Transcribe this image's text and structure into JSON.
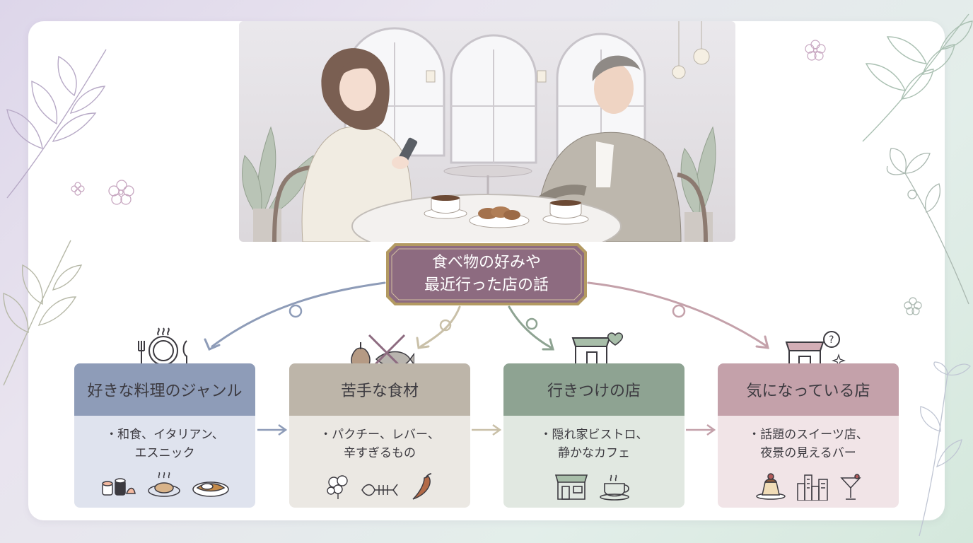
{
  "center": {
    "line1": "食べ物の好みや",
    "line2": "最近行った店の話"
  },
  "cards": [
    {
      "title": "好きな料理のジャンル",
      "line1": "・和食、イタリアン、",
      "line2": "エスニック",
      "head_color": "#8e9cb8",
      "body_color": "#dfe3ee",
      "icons": [
        "sushi-icon",
        "pasta-icon",
        "curry-icon"
      ],
      "top_icon": "plate-cutlery-icon"
    },
    {
      "title": "苦手な食材",
      "line1": "・パクチー、レバー、",
      "line2": "辛すぎるもの",
      "head_color": "#bdb5a9",
      "body_color": "#ebe8e3",
      "icons": [
        "cilantro-icon",
        "fish-bone-icon",
        "chili-pepper-icon"
      ],
      "top_icon": "crossed-food-icon"
    },
    {
      "title": "行きつけの店",
      "line1": "・隠れ家ビストロ、",
      "line2": "静かなカフェ",
      "head_color": "#8ea392",
      "body_color": "#e1e8e1",
      "icons": [
        "storefront-icon",
        "coffee-cup-icon"
      ],
      "top_icon": "store-heart-icon"
    },
    {
      "title": "気になっている店",
      "line1": "・話題のスイーツ店、",
      "line2": "夜景の見えるバー",
      "head_color": "#c4a1aa",
      "body_color": "#f1e4e7",
      "icons": [
        "pudding-icon",
        "city-skyline-icon",
        "cocktail-glass-icon"
      ],
      "top_icon": "store-question-icon"
    }
  ],
  "colors": {
    "center_fill": "#8d6b80",
    "center_border": "#b39a62",
    "arrow_blue": "#8e9cb8",
    "arrow_beige": "#c9c0a8",
    "arrow_green": "#8ea392",
    "arrow_pink": "#c4a1aa"
  }
}
